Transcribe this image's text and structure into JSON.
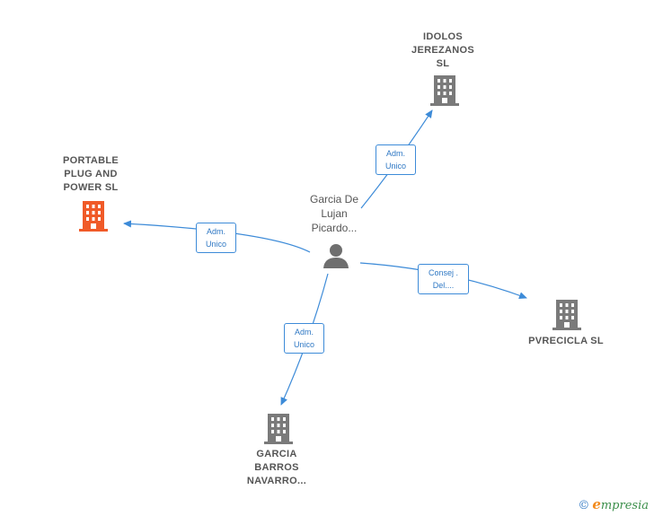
{
  "center_person": {
    "name": "Garcia De\nLujan\nPicardo...",
    "icon": "person-icon"
  },
  "companies": [
    {
      "id": "idolos",
      "name": "IDOLOS\nJEREZANOS\nSL",
      "icon": "building-icon",
      "color": "#7a7a7a"
    },
    {
      "id": "portable",
      "name": "PORTABLE\nPLUG AND\nPOWER  SL",
      "icon": "building-icon",
      "color": "#f05a28"
    },
    {
      "id": "pvrecicla",
      "name": "PVRECICLA  SL",
      "icon": "building-icon",
      "color": "#7a7a7a"
    },
    {
      "id": "garcia",
      "name": "GARCIA\nBARROS\nNAVARRO...",
      "icon": "building-icon",
      "color": "#7a7a7a"
    }
  ],
  "relations": [
    {
      "to": "idolos",
      "line1": "Adm.",
      "line2": "Unico"
    },
    {
      "to": "portable",
      "line1": "Adm.",
      "line2": "Unico"
    },
    {
      "to": "pvrecicla",
      "line1": "Consej .",
      "line2": "Del...."
    },
    {
      "to": "garcia",
      "line1": "Adm.",
      "line2": "Unico"
    }
  ],
  "colors": {
    "edge": "#3d8bd8",
    "person": "#6f6f6f"
  },
  "footer": {
    "copyright": "©",
    "brand_initial": "e",
    "brand_rest": "mpresia"
  }
}
